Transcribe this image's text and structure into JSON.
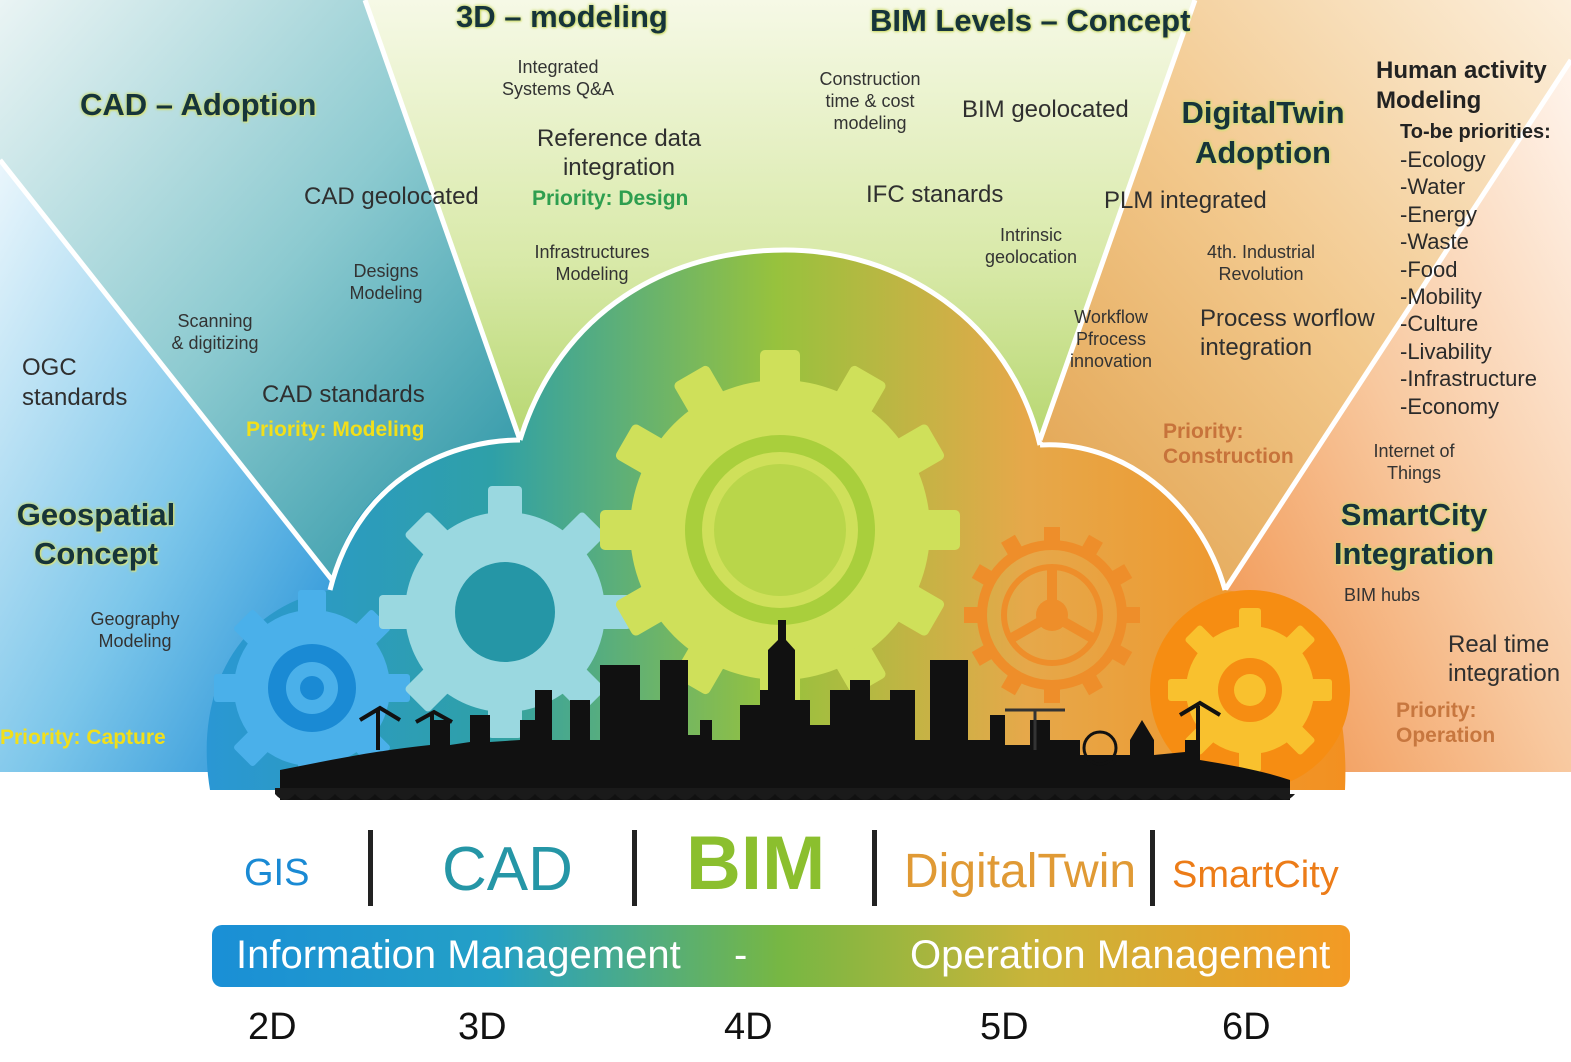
{
  "colors": {
    "gis": "#1a8ad4",
    "cad": "#2596a6",
    "bim": "#8bbf2e",
    "digitaltwin": "#e09a35",
    "smartcity": "#ec7c18",
    "priority_capture": "#f2df1a",
    "priority_modeling": "#f2df1a",
    "priority_design": "#2e9e4f",
    "priority_construction": "#c7733b",
    "priority_operation": "#c7773f"
  },
  "headings": {
    "cad_adoption": "CAD – Adoption",
    "modeling_3d": "3D – modeling",
    "bim_levels": "BIM Levels – Concept",
    "digitaltwin_adoption_1": "DigitalTwin",
    "digitaltwin_adoption_2": "Adoption",
    "human_activity_1": "Human activity",
    "human_activity_2": "Modeling",
    "geospatial_1": "Geospatial",
    "geospatial_2": "Concept",
    "smartcity_1": "SmartCity",
    "smartcity_2": "Integration"
  },
  "gis_sector": {
    "ogc_1": "OGC",
    "ogc_2": "standards",
    "geo_model_1": "Geography",
    "geo_model_2": "Modeling",
    "priority": "Priority: Capture"
  },
  "cad_sector": {
    "geolocated": "CAD geolocated",
    "designs_1": "Designs",
    "designs_2": "Modeling",
    "scanning_1": "Scanning",
    "scanning_2": "& digitizing",
    "standards": "CAD standards",
    "priority": "Priority: Modeling"
  },
  "modeling_sector": {
    "integrated_1": "Integrated",
    "integrated_2": "Systems Q&A",
    "refdata_1": "Reference data",
    "refdata_2": "integration",
    "priority": "Priority: Design",
    "infra_1": "Infrastructures",
    "infra_2": "Modeling"
  },
  "bim_sector": {
    "construction_1": "Construction",
    "construction_2": "time & cost",
    "construction_3": "modeling",
    "geolocated": "BIM geolocated",
    "ifc": "IFC stanards",
    "intrinsic_1": "Intrinsic",
    "intrinsic_2": "geolocation",
    "workflow_1": "Workflow",
    "workflow_2": "Pfrocess",
    "workflow_3": "innovation"
  },
  "digitaltwin_sector": {
    "plm": "PLM integrated",
    "industrial_1": "4th. Industrial",
    "industrial_2": "Revolution",
    "process_1": "Process worflow",
    "process_2": "integration",
    "priority_1": "Priority:",
    "priority_2": "Construction"
  },
  "smartcity_sector": {
    "tobe": "To-be priorities:",
    "priorities": [
      "-Ecology",
      "-Water",
      "-Energy",
      "-Waste",
      "-Food",
      "-Mobility",
      "-Culture",
      "-Livability",
      "-Infrastructure",
      "-Economy"
    ],
    "iot_1": "Internet of",
    "iot_2": "Things",
    "bimhubs": "BIM hubs",
    "realtime_1": "Real time",
    "realtime_2": "integration",
    "priority_1": "Priority:",
    "priority_2": "Operation"
  },
  "stages": {
    "gis": "GIS",
    "cad": "CAD",
    "bim": "BIM",
    "digitaltwin": "DigitalTwin",
    "smartcity": "SmartCity"
  },
  "management_bar": {
    "left": "Information Management",
    "separator": "-",
    "right": "Operation Management"
  },
  "dimensions": [
    "2D",
    "3D",
    "4D",
    "5D",
    "6D"
  ],
  "icons": [
    "gear-icon-gis",
    "gear-icon-cad",
    "gear-icon-bim",
    "gear-icon-digitaltwin",
    "gear-icon-smartcity",
    "city-skyline-icon"
  ]
}
